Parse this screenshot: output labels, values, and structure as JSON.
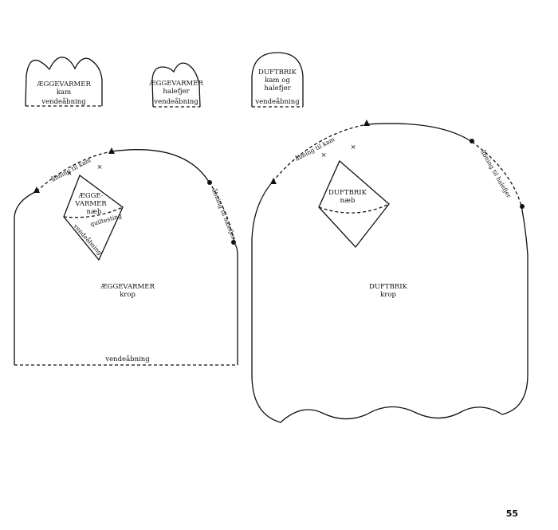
{
  "pieces": {
    "egg_comb": {
      "title": "ÆGGEVARMER",
      "part": "kam",
      "opening": "vendeåbning"
    },
    "egg_tail": {
      "title": "ÆGGEVARMER",
      "part": "halefjer",
      "opening": "vendeåbning"
    },
    "scent_small": {
      "title": "DUFTBRIK",
      "part_line1": "kam og",
      "part_line2": "halefjer",
      "opening": "vendeåbning"
    },
    "egg_body": {
      "title": "ÆGGEVARMER",
      "part": "krop",
      "opening": "vendeåbning",
      "comb_opening": "åbning til kam",
      "tail_opening": "åbning til halefjer",
      "beak": {
        "line1": "ÆGGE-",
        "line2": "VARMER",
        "line3": "næb",
        "quilting": "quiltesting",
        "opening": "vendeåbning"
      }
    },
    "scent_body": {
      "title": "DUFTBRIK",
      "part": "krop",
      "comb_opening": "åbning til kam",
      "tail_opening": "åbning til halefjer",
      "beak": {
        "line1": "DUFTBRIK",
        "line2": "næb"
      }
    }
  },
  "page_number": "55",
  "marks": {
    "cross": "×"
  }
}
